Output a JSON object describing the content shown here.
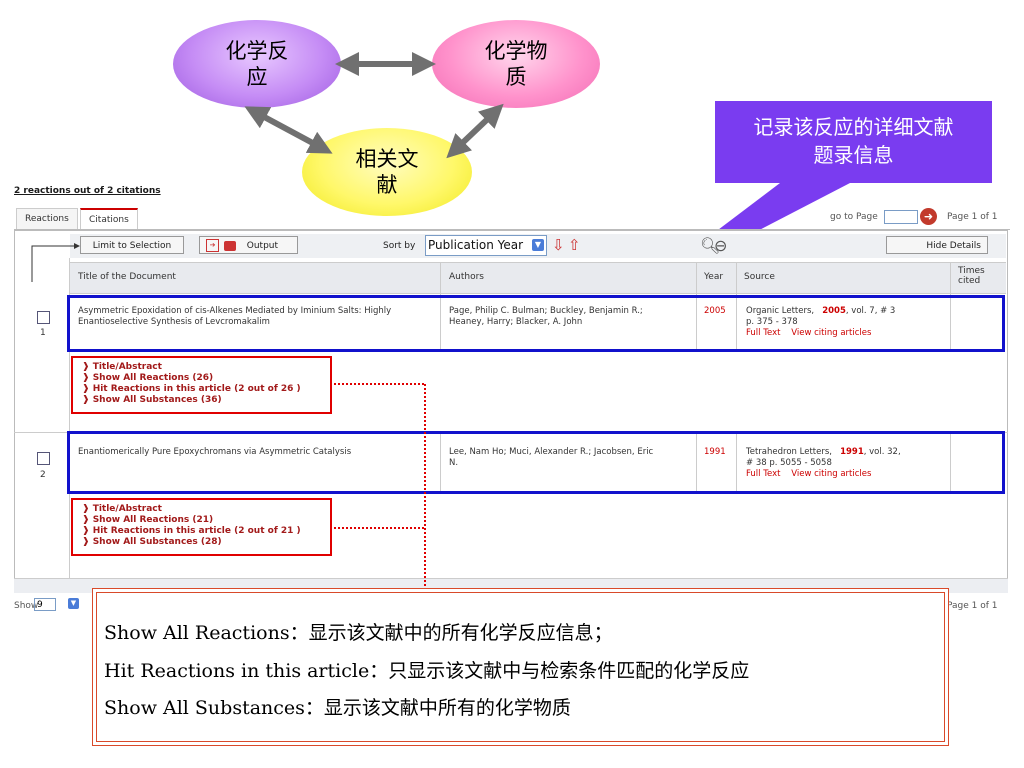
{
  "diagram": {
    "reaction_line1": "化学反",
    "reaction_line2": "应",
    "substance_line1": "化学物",
    "substance_line2": "质",
    "literature_line1": "相关文",
    "literature_line2": "献",
    "callout_line1": "记录该反应的详细文献",
    "callout_line2": "题录信息",
    "colors": {
      "reaction": "#c58cf5",
      "substance": "#ff93cc",
      "literature": "#fff86a",
      "callout": "#7a3cf0",
      "arrow": "#707070"
    }
  },
  "app": {
    "header": "2 reactions out of 2 citations",
    "tabs": [
      "Reactions",
      "Citations"
    ],
    "active_tab": "Citations",
    "goto_label": "go to Page",
    "page_indicator": "Page 1 of 1",
    "toolbar": {
      "limit_label": "Limit to Selection",
      "output_label": "Output",
      "sort_label": "Sort by",
      "sort_value": "Publication Year",
      "hide_label": "Hide Details"
    },
    "columns": {
      "title": "Title of the Document",
      "authors": "Authors",
      "year": "Year",
      "source": "Source",
      "times_cited_1": "Times",
      "times_cited_2": "cited"
    },
    "rows": [
      {
        "num": "1",
        "title_1": "Asymmetric Epoxidation of cis-Alkenes Mediated by Iminium Salts: Highly",
        "title_2": "Enantioselective Synthesis of Levcromakalim",
        "authors_1": "Page, Philip C. Bulman; Buckley, Benjamin R.;",
        "authors_2": "Heaney, Harry; Blacker, A. John",
        "year": "2005",
        "src_journal": "Organic Letters,",
        "src_year": "2005",
        "src_vol": ", vol.  7,  # 3",
        "src_line2": "p. 375 - 378",
        "fulltext": "Full Text",
        "citing": "View citing articles",
        "links": [
          "Title/Abstract",
          "Show All Reactions (26)",
          "Hit Reactions in this article (2 out of 26 )",
          "Show All Substances (36)"
        ]
      },
      {
        "num": "2",
        "title_1": "Enantiomerically Pure Epoxychromans via Asymmetric Catalysis",
        "authors_1": "Lee, Nam Ho; Muci, Alexander R.; Jacobsen, Eric",
        "authors_2": "N.",
        "year": "1991",
        "src_journal": "Tetrahedron Letters,",
        "src_year": "1991",
        "src_vol": ", vol.  32,",
        "src_line2": "# 38  p. 5055 - 5058",
        "fulltext": "Full Text",
        "citing": "View citing articles",
        "links": [
          "Title/Abstract",
          "Show All Reactions (21)",
          "Hit Reactions in this article (2 out of 21 )",
          "Show All Substances (28)"
        ]
      }
    ],
    "footer": {
      "show_label": "Show",
      "show_value": "9",
      "page_indicator": "Page 1 of 1"
    }
  },
  "explanation": {
    "line1": "Show All Reactions：显示该文献中的所有化学反应信息；",
    "line2": "Hit Reactions in this article：只显示该文献中与检索条件匹配的化学反应",
    "line3": "Show All Substances：显示该文献中所有的化学物质"
  }
}
